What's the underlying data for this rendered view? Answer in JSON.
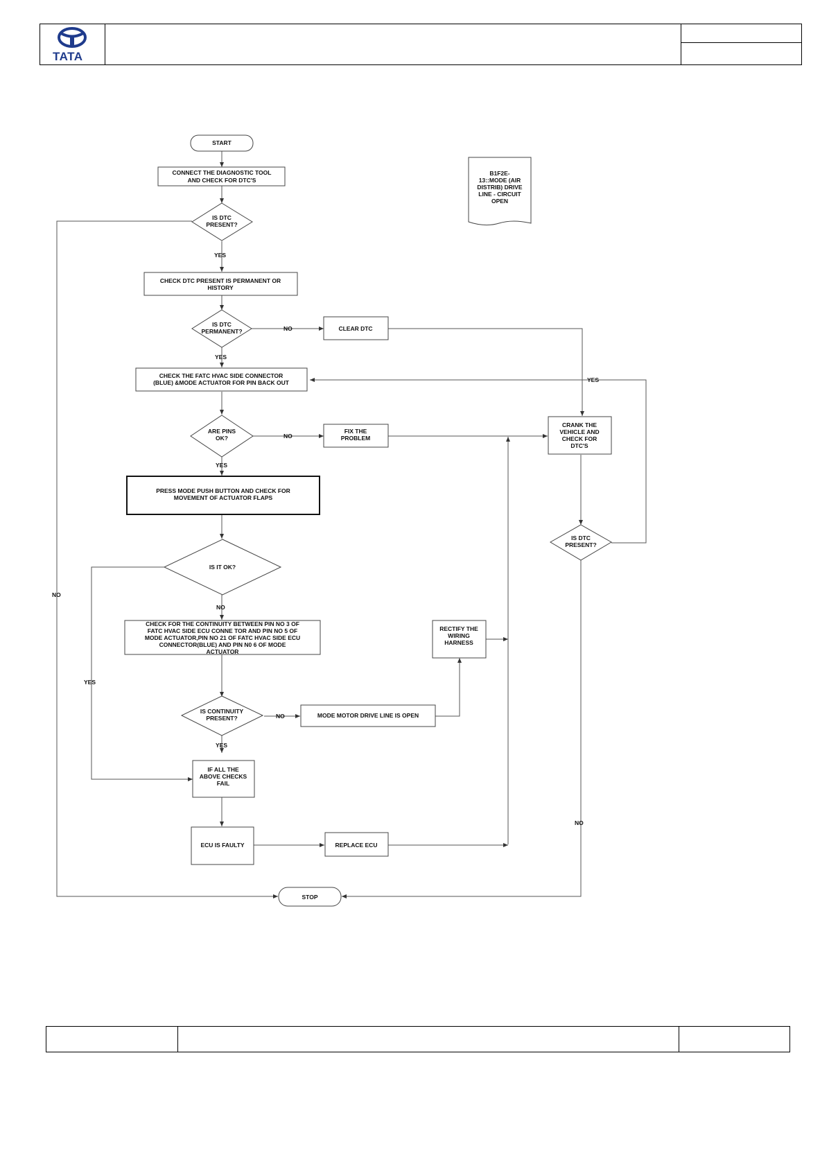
{
  "header": {
    "brand": "TATA"
  },
  "footer": {},
  "note": {
    "lines": [
      "B1F2E-",
      "13::MODE (AIR",
      "DISTRIB) DRIVE",
      "LINE - CIRCUIT",
      "OPEN"
    ],
    "color": "#ff0000"
  },
  "flow": {
    "start": "START",
    "stop": "STOP",
    "connect_tool": [
      "CONNECT THE DIAGNOSTIC TOOL",
      "AND CHECK FOR  DTC'S"
    ],
    "is_dtc_present_1": [
      "IS  DTC",
      "PRESENT?"
    ],
    "check_permanent": [
      "CHECK DTC  PRESENT IS PERMANENT OR",
      "HISTORY"
    ],
    "is_dtc_permanent": [
      "IS  DTC",
      "PERMANENT?"
    ],
    "clear_dtc": "CLEAR DTC",
    "check_connector": [
      "CHECK THE FATC HVAC SIDE CONNECTOR",
      "(BLUE) &MODE ACTUATOR FOR PIN BACK OUT"
    ],
    "are_pins_ok": [
      "ARE PINS",
      "OK?"
    ],
    "fix_problem": [
      "FIX THE",
      "PROBLEM"
    ],
    "crank_vehicle": [
      "CRANK THE",
      "VEHICLE AND",
      "CHECK FOR",
      "DTC'S"
    ],
    "press_mode": [
      "PRESS MODE PUSH BUTTON AND CHECK FOR",
      "MOVEMENT OF ACTUATOR FLAPS"
    ],
    "is_dtc_present_2": [
      "IS  DTC",
      "PRESENT?"
    ],
    "is_it_ok": "IS IT OK?",
    "check_continuity": [
      "CHECK FOR THE CONTINUITY BETWEEN PIN NO  3  OF",
      "FATC HVAC SIDE ECU CONNE TOR AND PIN NO 5 OF",
      "MODE ACTUATOR,PIN NO 21 OF FATC HVAC SIDE ECU",
      "CONNECTOR(BLUE) AND    PIN N0 6 OF MODE",
      "ACTUATOR"
    ],
    "rectify_harness": [
      "RECTIFY THE",
      "WIRING",
      "HARNESS"
    ],
    "is_continuity": [
      "IS CONTINUITY",
      "PRESENT?"
    ],
    "motor_open": "MODE MOTOR DRIVE LINE IS OPEN",
    "all_checks_fail": [
      "IF ALL THE",
      "ABOVE CHECKS",
      "FAIL"
    ],
    "ecu_faulty": "ECU IS FAULTY",
    "replace_ecu": "REPLACE ECU"
  },
  "labels": {
    "yes": "YES",
    "no": "NO"
  }
}
